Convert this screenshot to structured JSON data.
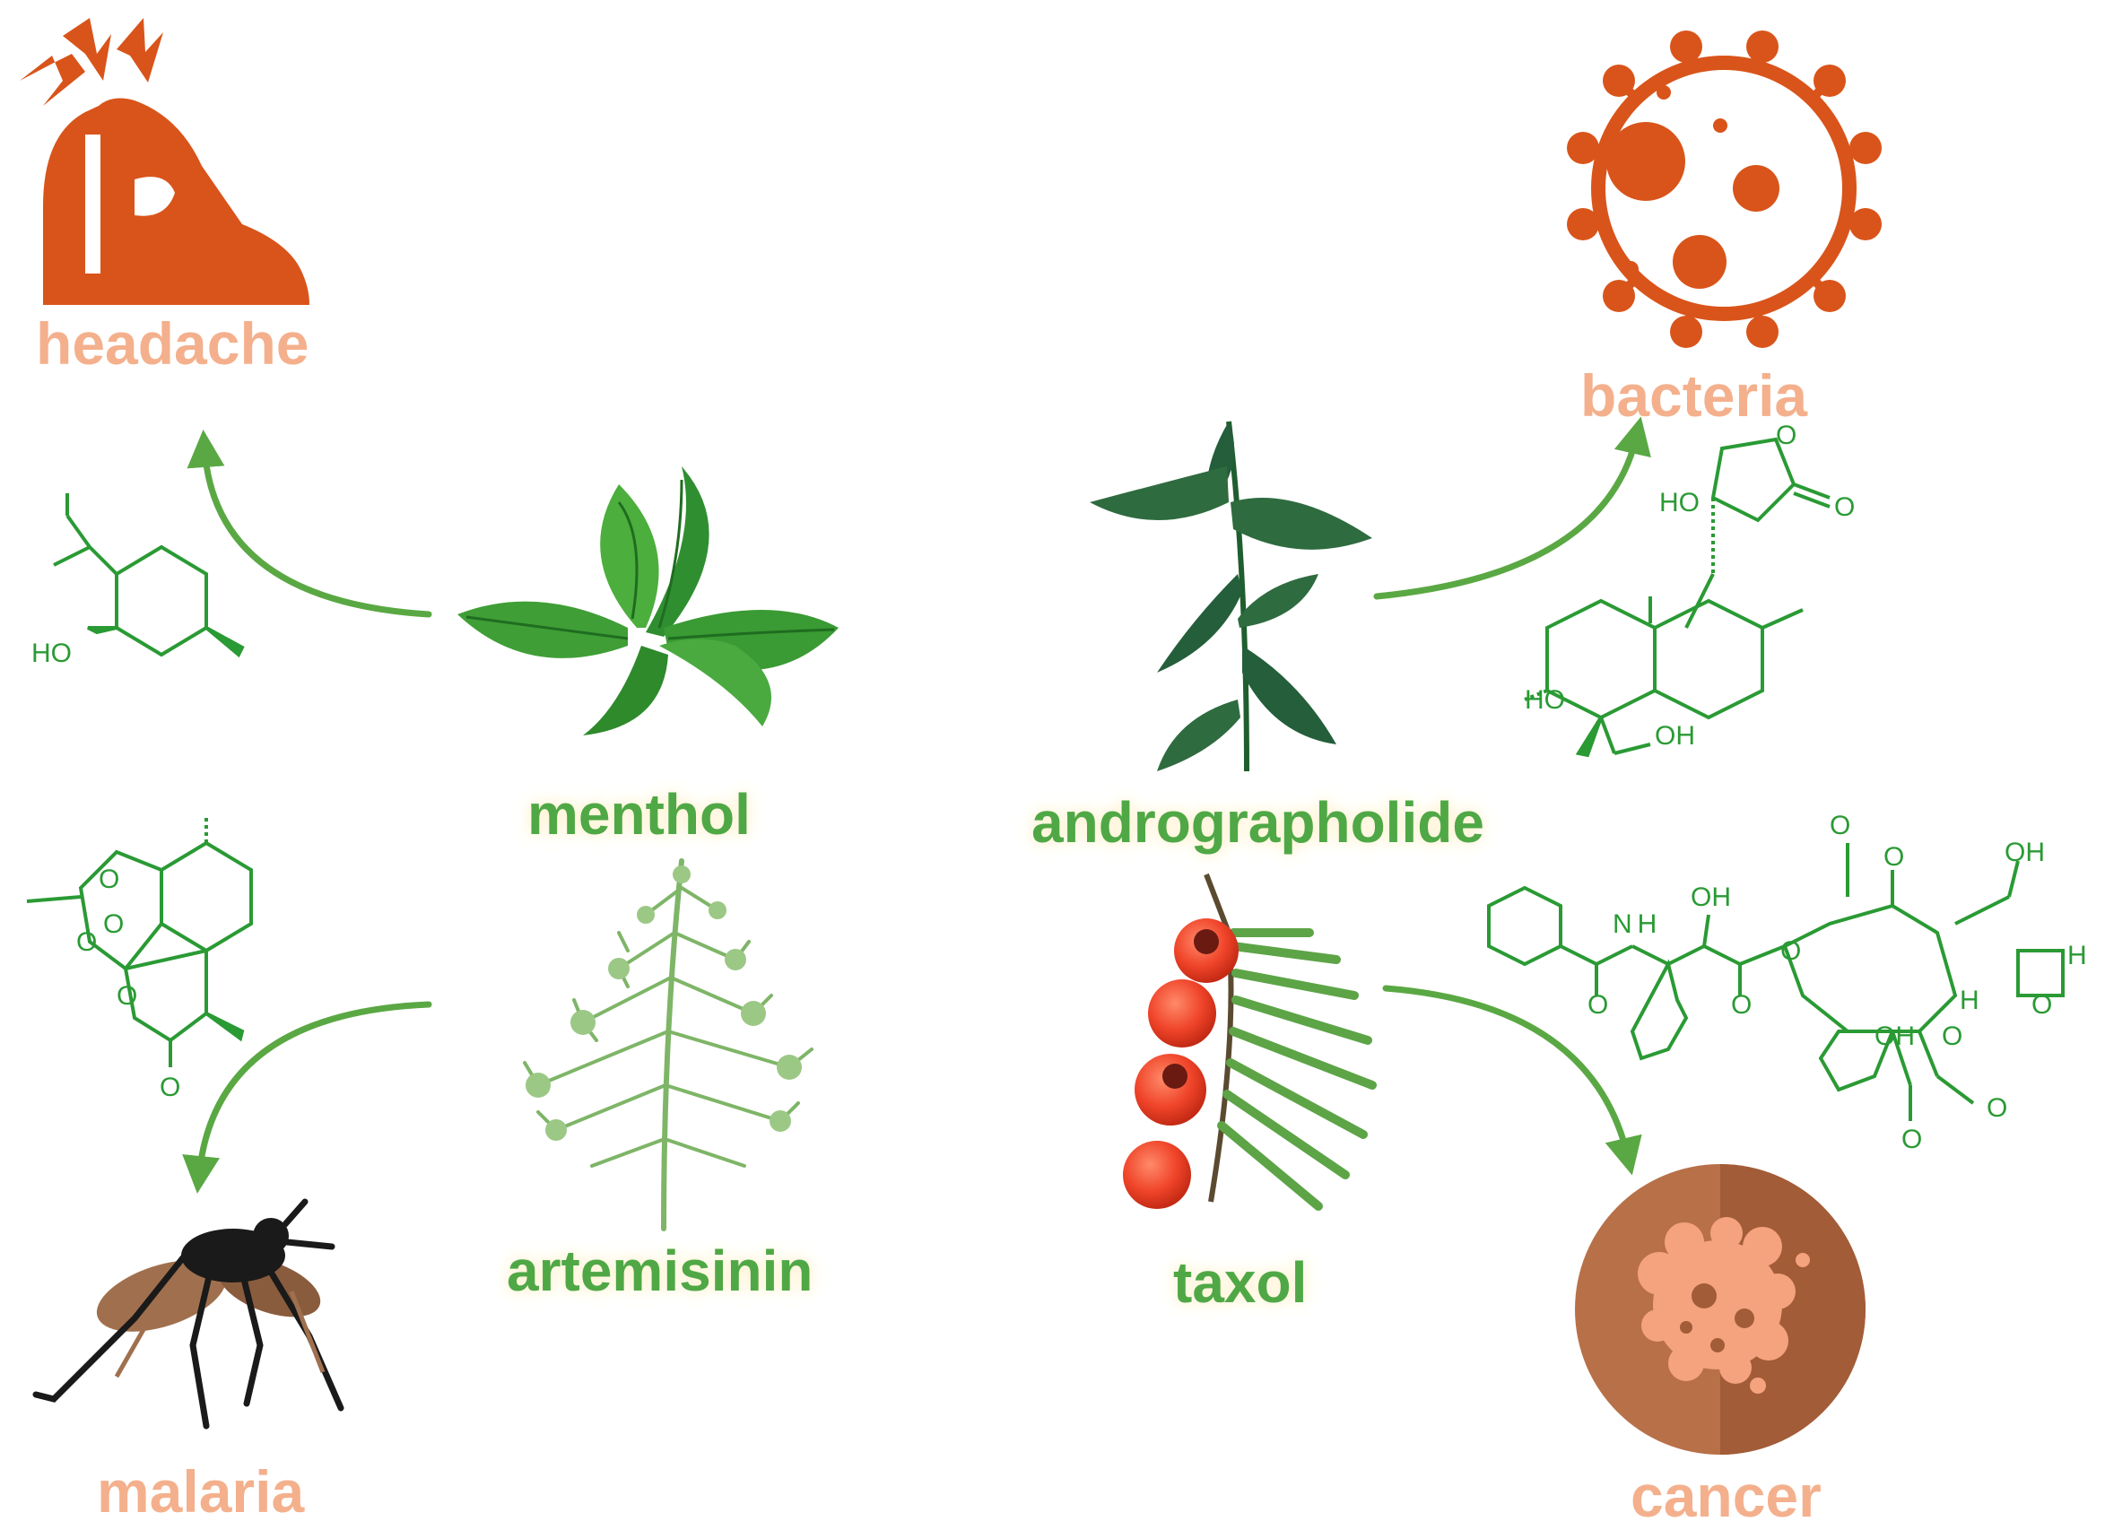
{
  "diseases": {
    "headache": "headache",
    "bacteria": "bacteria",
    "malaria": "malaria",
    "cancer": "cancer"
  },
  "compounds": {
    "menthol": "menthol",
    "andrographolide": "andrographolide",
    "artemisinin": "artemisinin",
    "taxol": "taxol"
  },
  "chem_labels": {
    "ho": "HO",
    "oh": "OH",
    "o": "O",
    "h": "H",
    "n_h": "N H"
  },
  "colors": {
    "disease_icon": "#d9541a",
    "disease_text": "#f4b08c",
    "compound_text": "#4fa845",
    "arrow": "#5aa843",
    "structure": "#2a9a34"
  },
  "icons": [
    "headache-icon",
    "bacteria-icon",
    "mosquito-icon",
    "cancer-cell-icon",
    "mint-plant-icon",
    "andrographis-plant-icon",
    "artemisia-plant-icon",
    "yew-berry-plant-icon"
  ]
}
